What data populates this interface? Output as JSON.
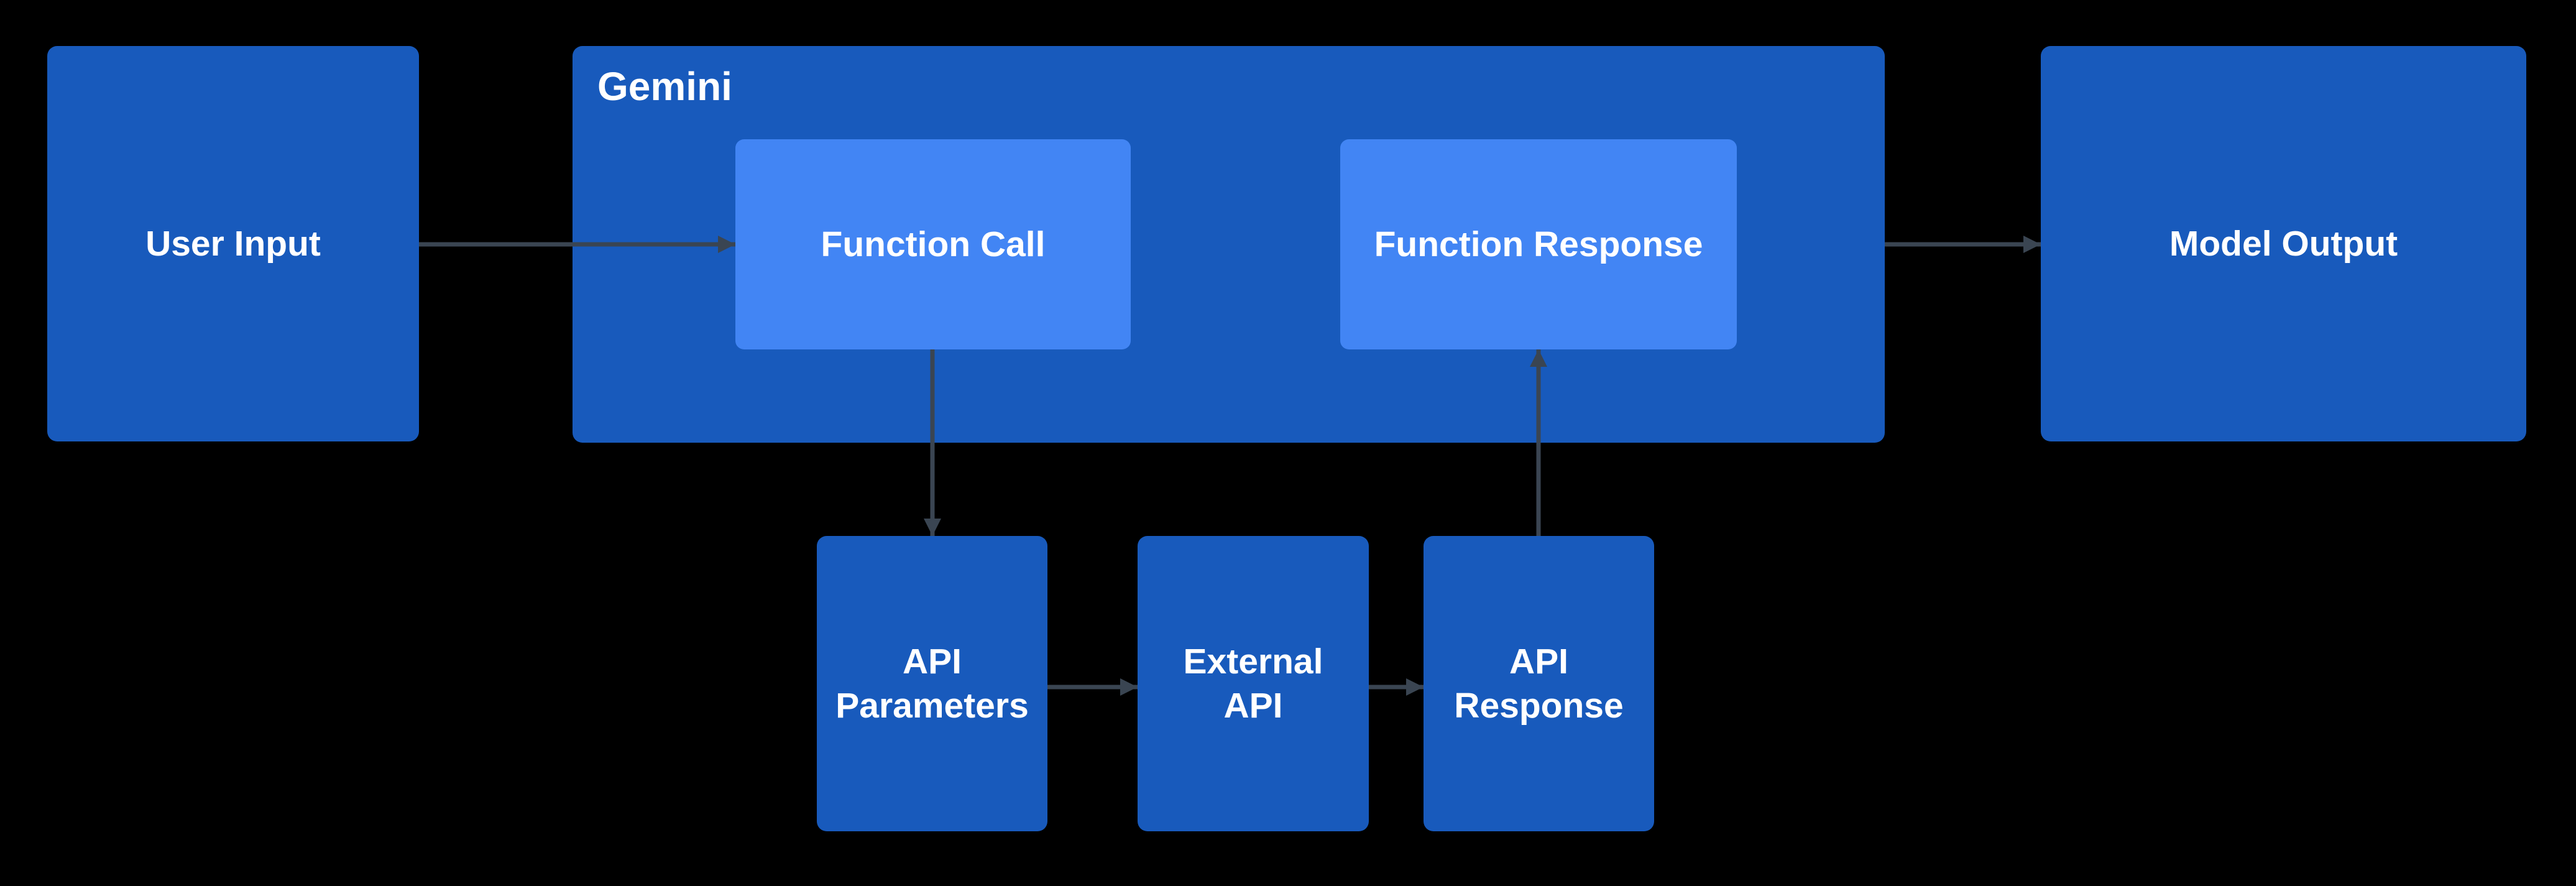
{
  "diagram": {
    "title": "Gemini function calling flow",
    "colors": {
      "background": "#000000",
      "node_fill": "#185ABC",
      "inner_node_fill": "#4285F4",
      "arrow": "#3A4552",
      "text": "#FFFFFF"
    },
    "nodes": {
      "user_input": {
        "label": "User Input"
      },
      "gemini": {
        "label": "Gemini"
      },
      "function_call": {
        "label": "Function Call"
      },
      "function_response": {
        "label": "Function Response"
      },
      "model_output": {
        "label": "Model Output"
      },
      "api_parameters": {
        "label": "API\nParameters"
      },
      "external_api": {
        "label": "External\nAPI"
      },
      "api_response": {
        "label": "API\nResponse"
      }
    },
    "connections": [
      {
        "from": "user_input",
        "to": "function_call"
      },
      {
        "from": "function_call",
        "to": "api_parameters"
      },
      {
        "from": "api_parameters",
        "to": "external_api"
      },
      {
        "from": "external_api",
        "to": "api_response"
      },
      {
        "from": "api_response",
        "to": "function_response"
      },
      {
        "from": "gemini",
        "to": "model_output"
      }
    ]
  }
}
